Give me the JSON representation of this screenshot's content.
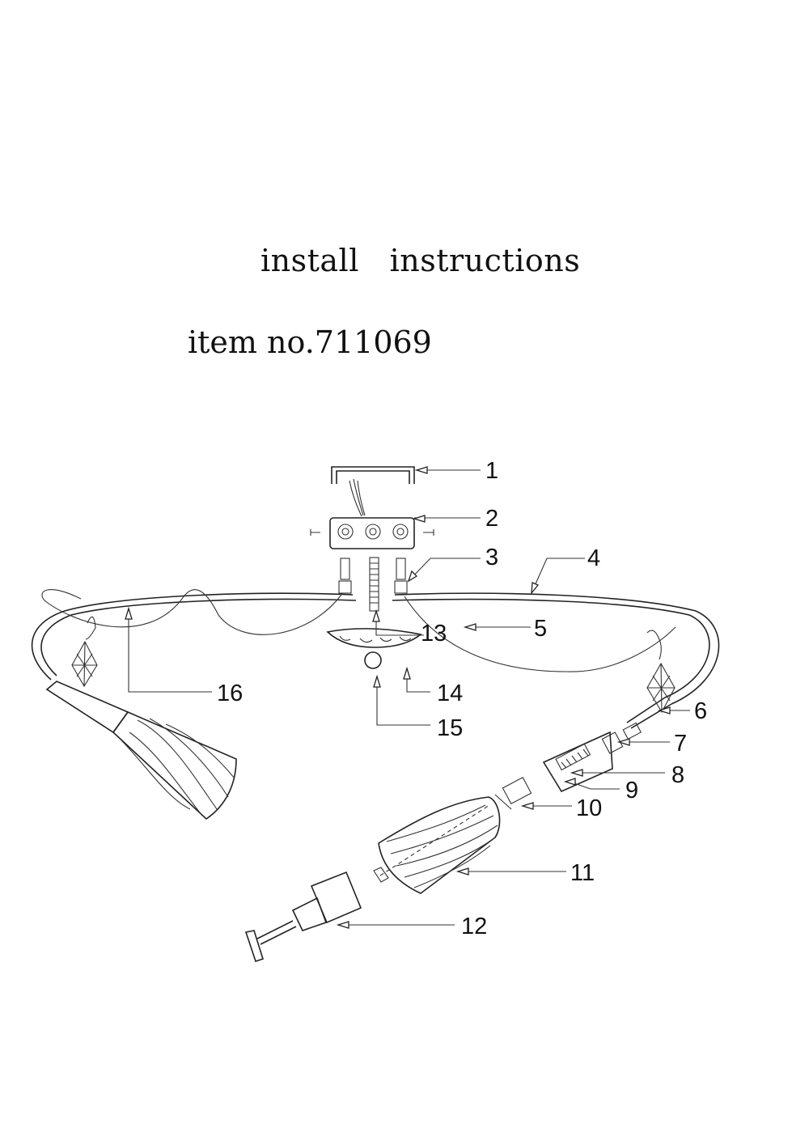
{
  "header": {
    "title": "install   instructions",
    "item_no": "item no.711069"
  },
  "callouts": [
    "1",
    "2",
    "3",
    "4",
    "5",
    "6",
    "7",
    "8",
    "9",
    "10",
    "11",
    "12",
    "13",
    "14",
    "15",
    "16"
  ]
}
